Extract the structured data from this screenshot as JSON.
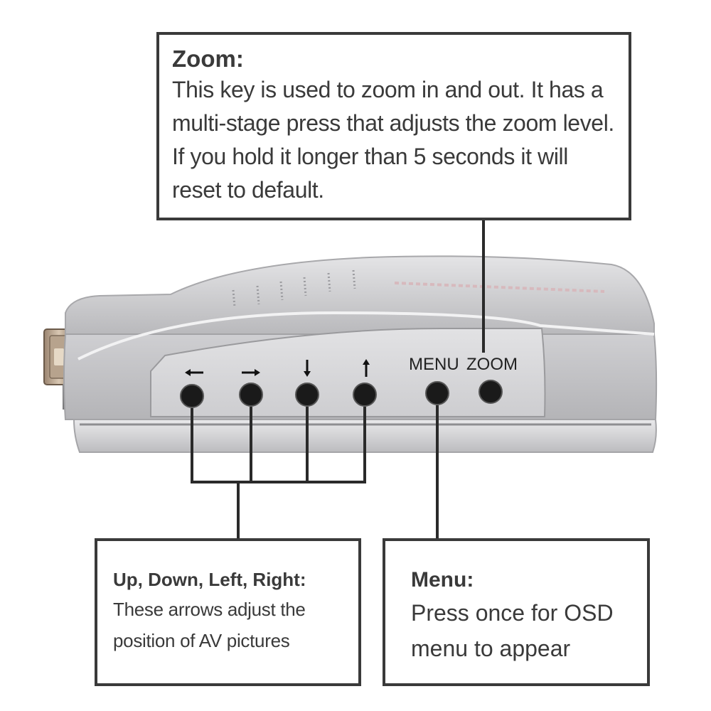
{
  "zoom_callout": {
    "title": "Zoom:",
    "body": "This key is used to zoom in and out. It has a multi-stage press that adjusts the zoom level. If you hold it longer than 5 seconds it will reset to default."
  },
  "arrows_callout": {
    "title": "Up, Down, Left, Right:",
    "body": "These arrows adjust the position of AV pictures"
  },
  "menu_callout": {
    "title": "Menu:",
    "body": "Press once for OSD menu to appear"
  },
  "device": {
    "buttons": [
      {
        "name": "left",
        "symbol": "←"
      },
      {
        "name": "right",
        "symbol": "→"
      },
      {
        "name": "down",
        "symbol": "↓"
      },
      {
        "name": "up",
        "symbol": "↑"
      },
      {
        "name": "menu",
        "symbol": "MENU"
      },
      {
        "name": "zoom",
        "symbol": "ZOOM"
      }
    ],
    "colors": {
      "body": "#c9c9cc",
      "panel": "#dadadc",
      "button": "#1a1a1a",
      "line": "#2a2a2a"
    }
  }
}
